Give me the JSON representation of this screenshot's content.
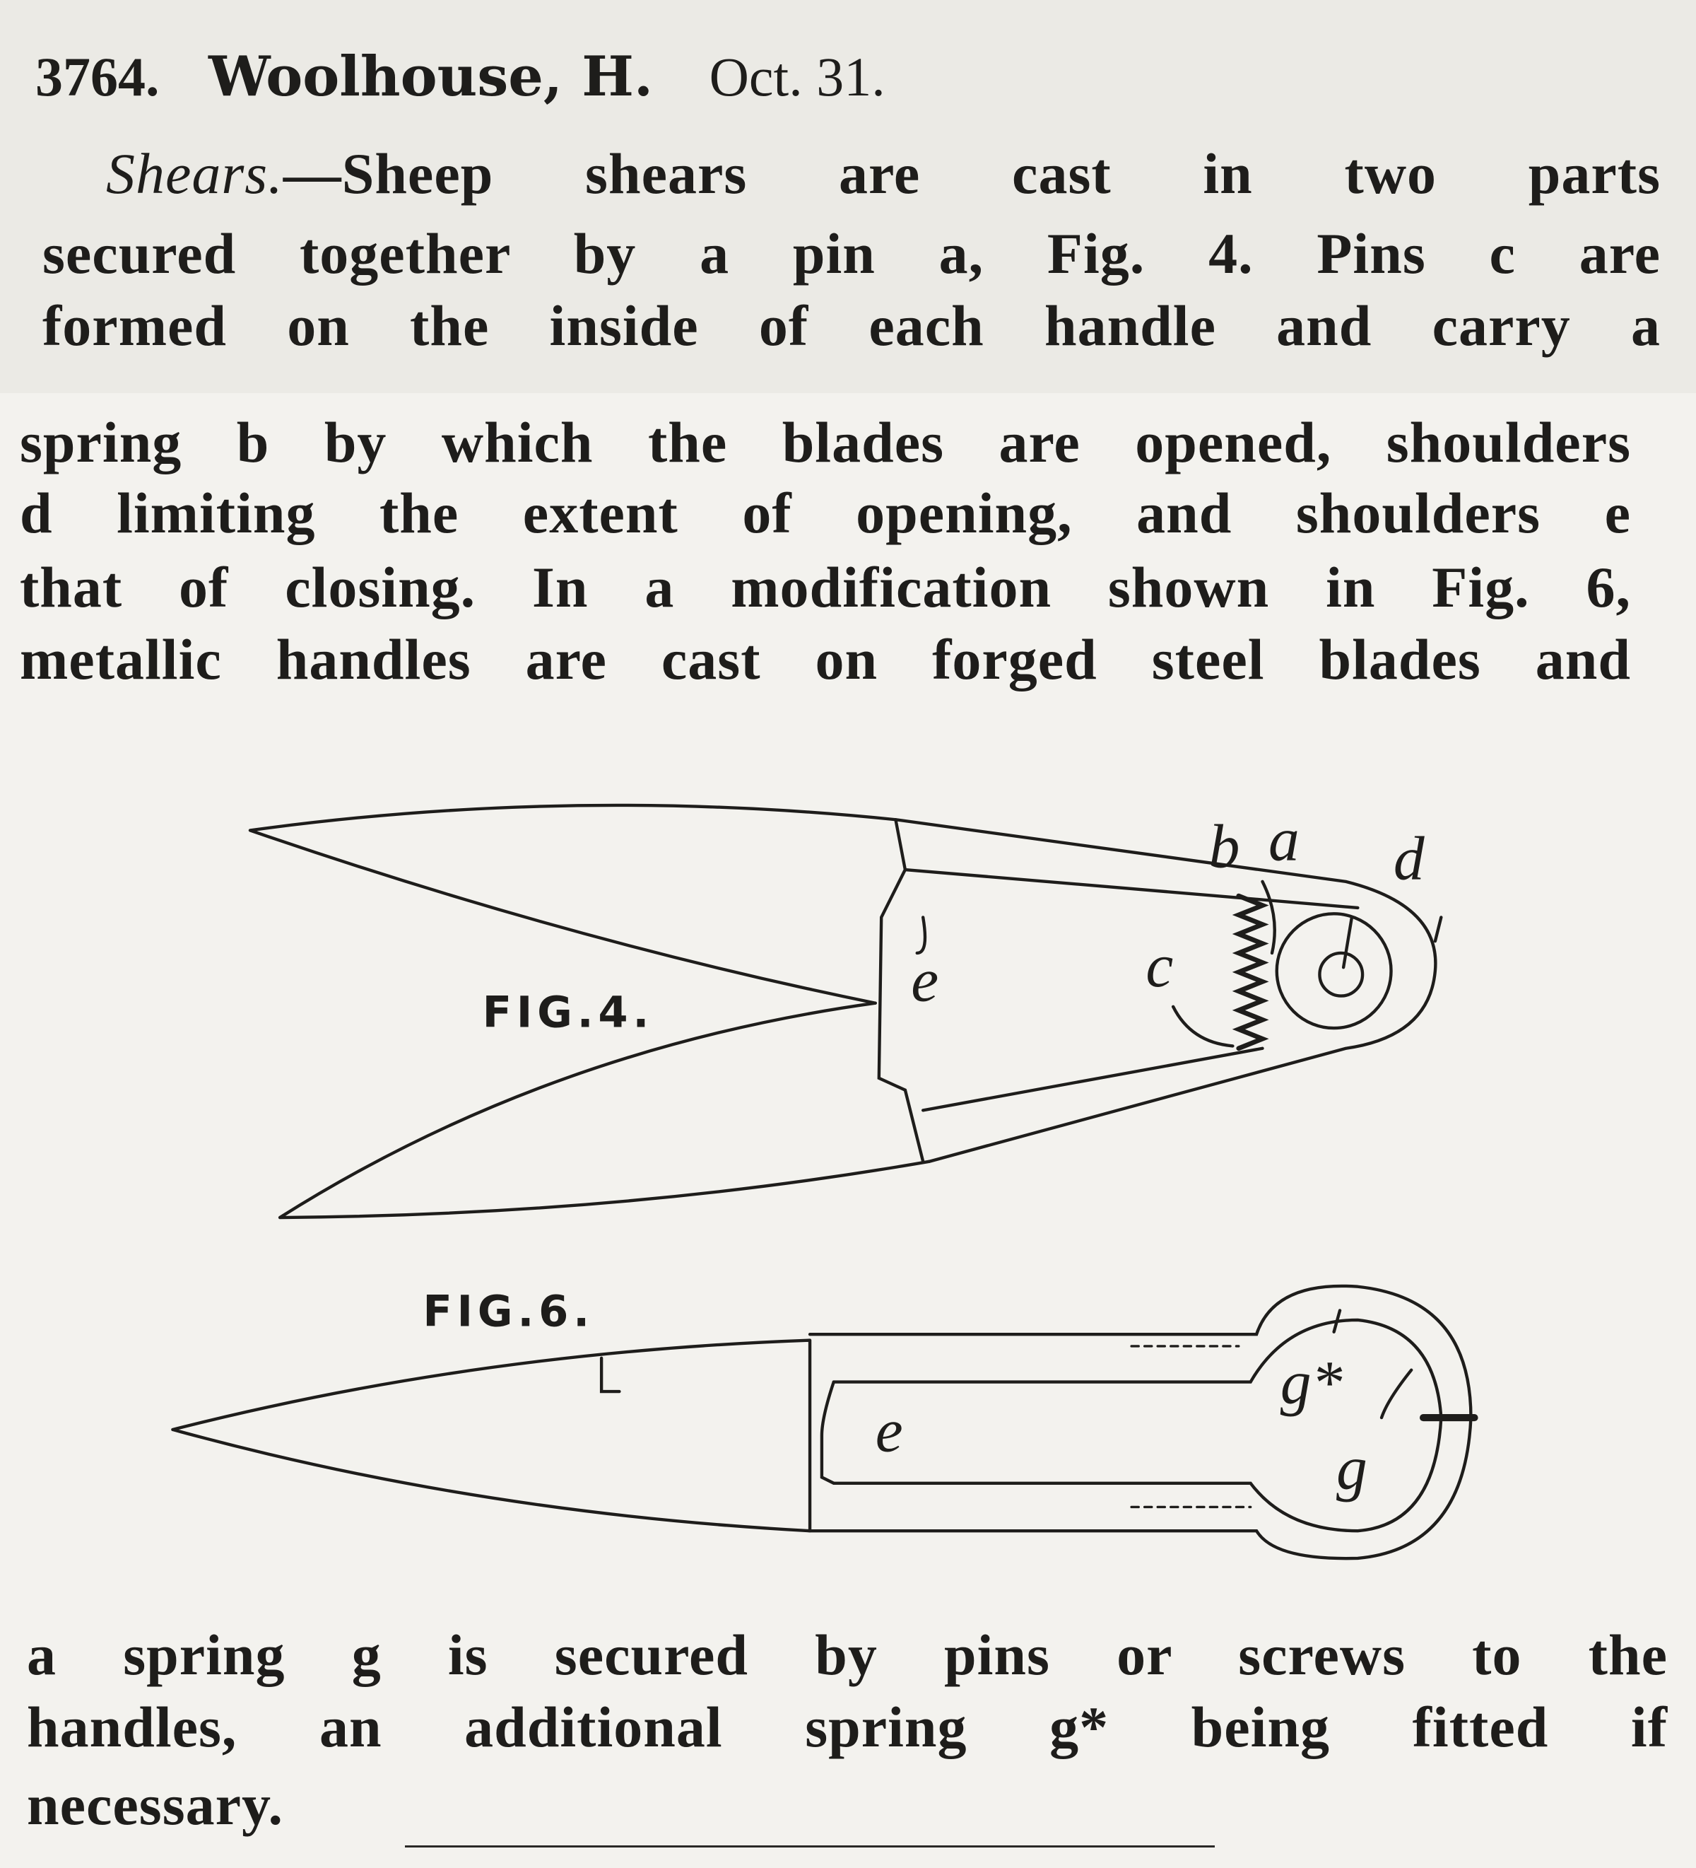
{
  "header": {
    "number": "3764.",
    "name": "Woolhouse, H.",
    "date": "Oct. 31."
  },
  "para1": {
    "title": "Shears.",
    "lines": [
      "—Sheep shears are cast in two parts",
      "secured together by a pin a, Fig. 4. Pins c are",
      "formed on the inside of each handle and carry a"
    ]
  },
  "para2": {
    "lines": [
      "spring b by which the blades are opened, shoulders",
      "d limiting the extent of opening, and shoulders e",
      "that of closing. In a modification shown in Fig. 6,",
      "metallic handles are cast on forged steel blades and"
    ]
  },
  "figures": {
    "fig4": {
      "title": "FIG.4.",
      "labels": {
        "a": "a",
        "b": "b",
        "c": "c",
        "d": "d",
        "e": "e"
      }
    },
    "fig6": {
      "title": "FIG.6.",
      "labels": {
        "e": "e",
        "g_star": "g*",
        "g": "g"
      }
    }
  },
  "para3": {
    "lines": [
      "a spring g is secured by pins or screws to the",
      "handles, an additional spring g* being fitted if",
      "necessary."
    ]
  }
}
